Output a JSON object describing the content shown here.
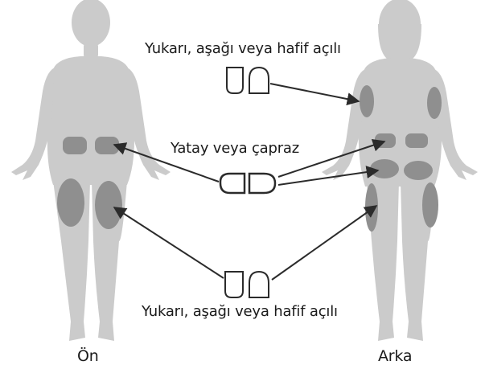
{
  "labels": {
    "top_orientation": "Yukarı, aşağı veya hafif açılı",
    "middle_orientation": "Yatay veya çapraz",
    "bottom_orientation": "Yukarı, aşağı veya hafif açılı",
    "front_view": "Ön",
    "back_view": "Arka"
  },
  "colors": {
    "body": "#cbcbcb",
    "site": "#8f8f8f",
    "arrow": "#2b2b2b",
    "pod_outline": "#2b2b2b"
  },
  "icons": {
    "vertical_pod": "pod-vertical-icon",
    "horizontal_pod": "pod-horizontal-icon",
    "arrow": "arrow-icon"
  }
}
